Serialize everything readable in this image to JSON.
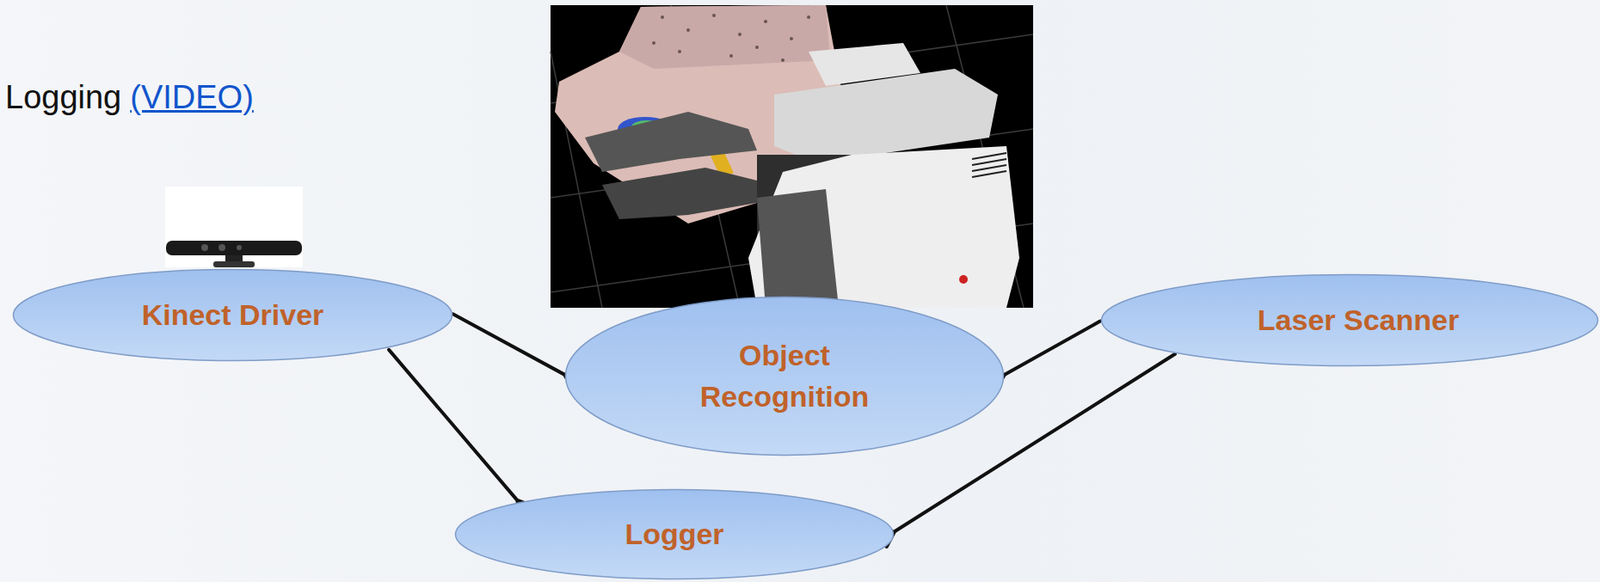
{
  "diagram": {
    "title": "Logging",
    "nodes": [
      {
        "text": [
          "Kinect Driver"
        ]
      },
      {
        "text": [
          "Object Recognition"
        ]
      },
      {
        "text": [
          "Laser Scanner"
        ]
      },
      {
        "text": [
          "Logger"
        ]
      }
    ],
    "edges": [
      {
        "from": 0,
        "to": 1,
        "arrow": "to"
      },
      {
        "from": 0,
        "to": 3,
        "arrow": "to"
      },
      {
        "from": 2,
        "to": 1,
        "arrow": "to"
      },
      {
        "from": 2,
        "to": 3,
        "arrow": "to"
      }
    ],
    "labels": [
      "(VIDEO)"
    ]
  }
}
